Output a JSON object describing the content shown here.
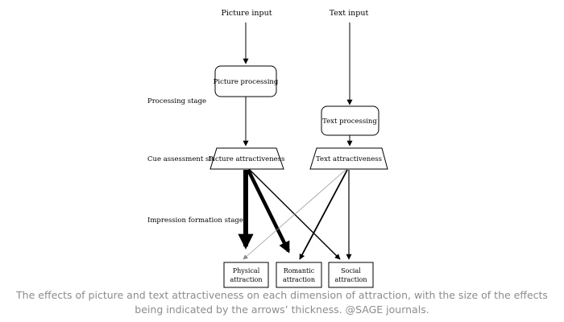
{
  "inputs": {
    "picture": "Picture input",
    "text": "Text input"
  },
  "stages": {
    "processing": "Processing stage",
    "cue_assessment": "Cue assessment stage",
    "impression_formation": "Impression formation stage"
  },
  "nodes": {
    "picture_processing": "Picture processing",
    "text_processing": "Text processing",
    "picture_attractiveness": "Picture attractiveness",
    "text_attractiveness": "Text attractiveness",
    "physical_line1": "Physical",
    "physical_line2": "attraction",
    "romantic_line1": "Romantic",
    "romantic_line2": "attraction",
    "social_line1": "Social",
    "social_line2": "attraction"
  },
  "caption": {
    "line1": "The effects of picture and text attractiveness on each dimension of attraction, with the size of the effects",
    "line2": "being indicated by the arrows’ thickness. @SAGE journals."
  }
}
